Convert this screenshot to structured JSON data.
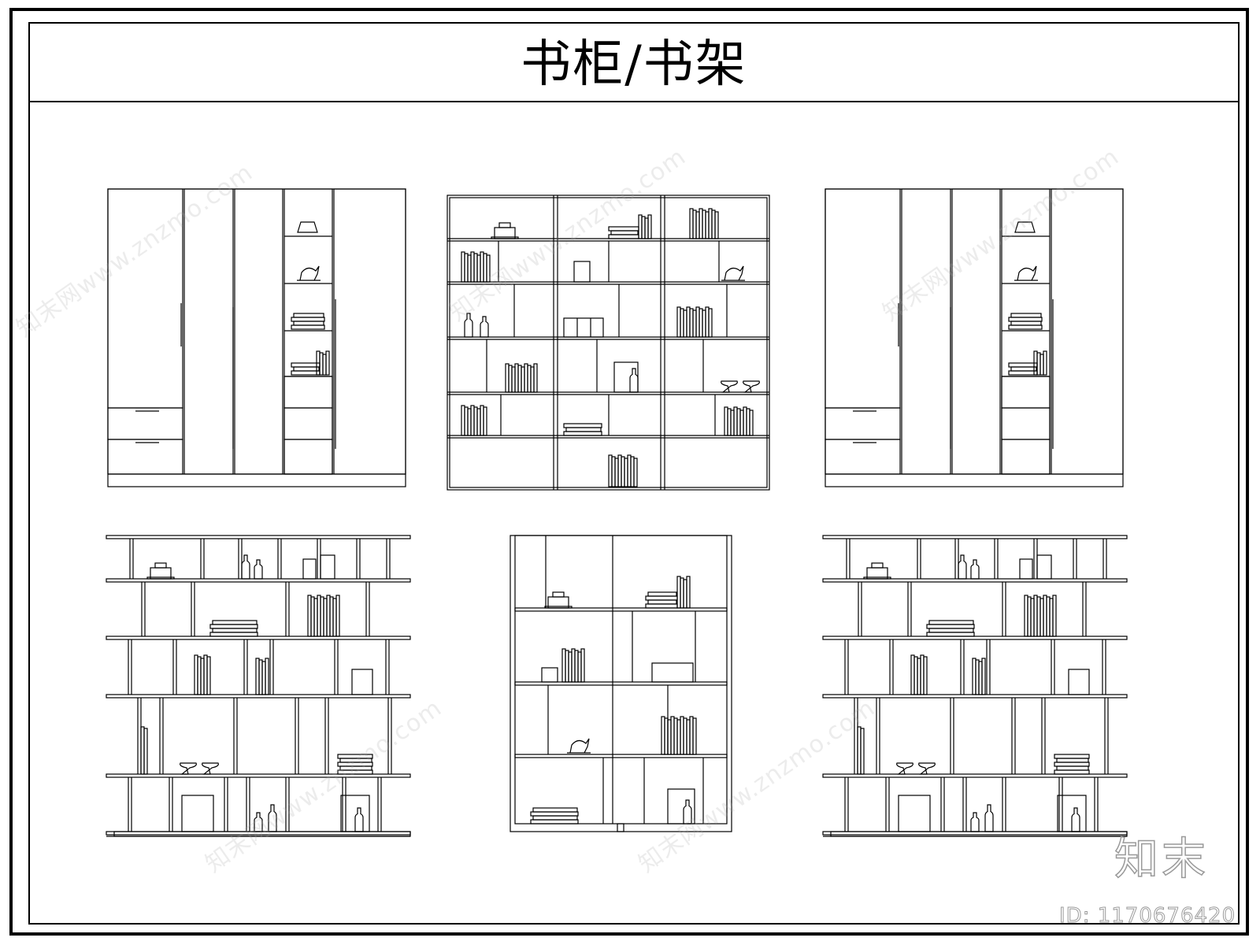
{
  "title": "书柜/书架",
  "brand": "知末",
  "id_label": "ID: 1170676420",
  "watermark_text": "知末网www.znzmo.com",
  "colors": {
    "line": "#000000",
    "background": "#ffffff",
    "watermark": "#aaaaaa"
  }
}
